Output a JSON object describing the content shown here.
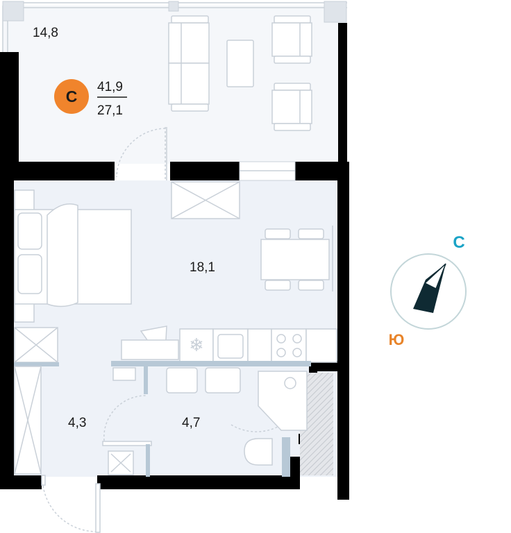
{
  "plan": {
    "rooms": {
      "balcony_area": "14,8",
      "main_room_area": "18,1",
      "hall_area": "4,3",
      "bathroom_area": "4,7"
    },
    "summary": {
      "badge": "С",
      "total_area": "41,9",
      "living_area": "27,1",
      "badge_color": "#f0842c"
    }
  },
  "compass": {
    "north_label": "С",
    "south_label": "Ю",
    "north_color": "#1aa3c6",
    "south_color": "#e8842a"
  }
}
